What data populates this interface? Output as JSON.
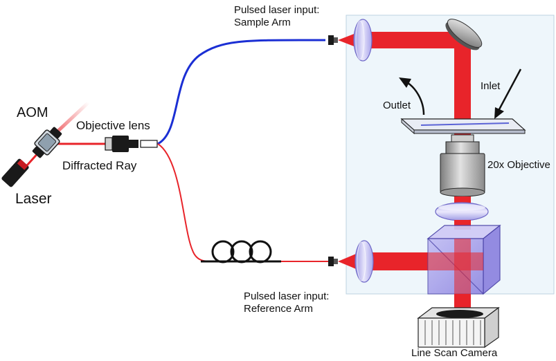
{
  "labels": {
    "aom": "AOM",
    "laser": "Laser",
    "objective_lens": "Objective lens",
    "diffracted_ray": "Diffracted Ray",
    "sample_input_line1": "Pulsed laser input:",
    "sample_input_line2": "Sample Arm",
    "reference_input_line1": "Pulsed laser input:",
    "reference_input_line2": "Reference Arm",
    "inlet": "Inlet",
    "outlet": "Outlet",
    "objective_20x": "20x Objective",
    "line_scan_camera": "Line Scan Camera"
  },
  "colors": {
    "laser_beam": "#e8242a",
    "sample_fiber": "#1b2fd4",
    "reference_fiber": "#e8242a",
    "lens": "#c9c8f2",
    "beamsplitter": "#8e86e6",
    "panel": "#eef6fb"
  }
}
